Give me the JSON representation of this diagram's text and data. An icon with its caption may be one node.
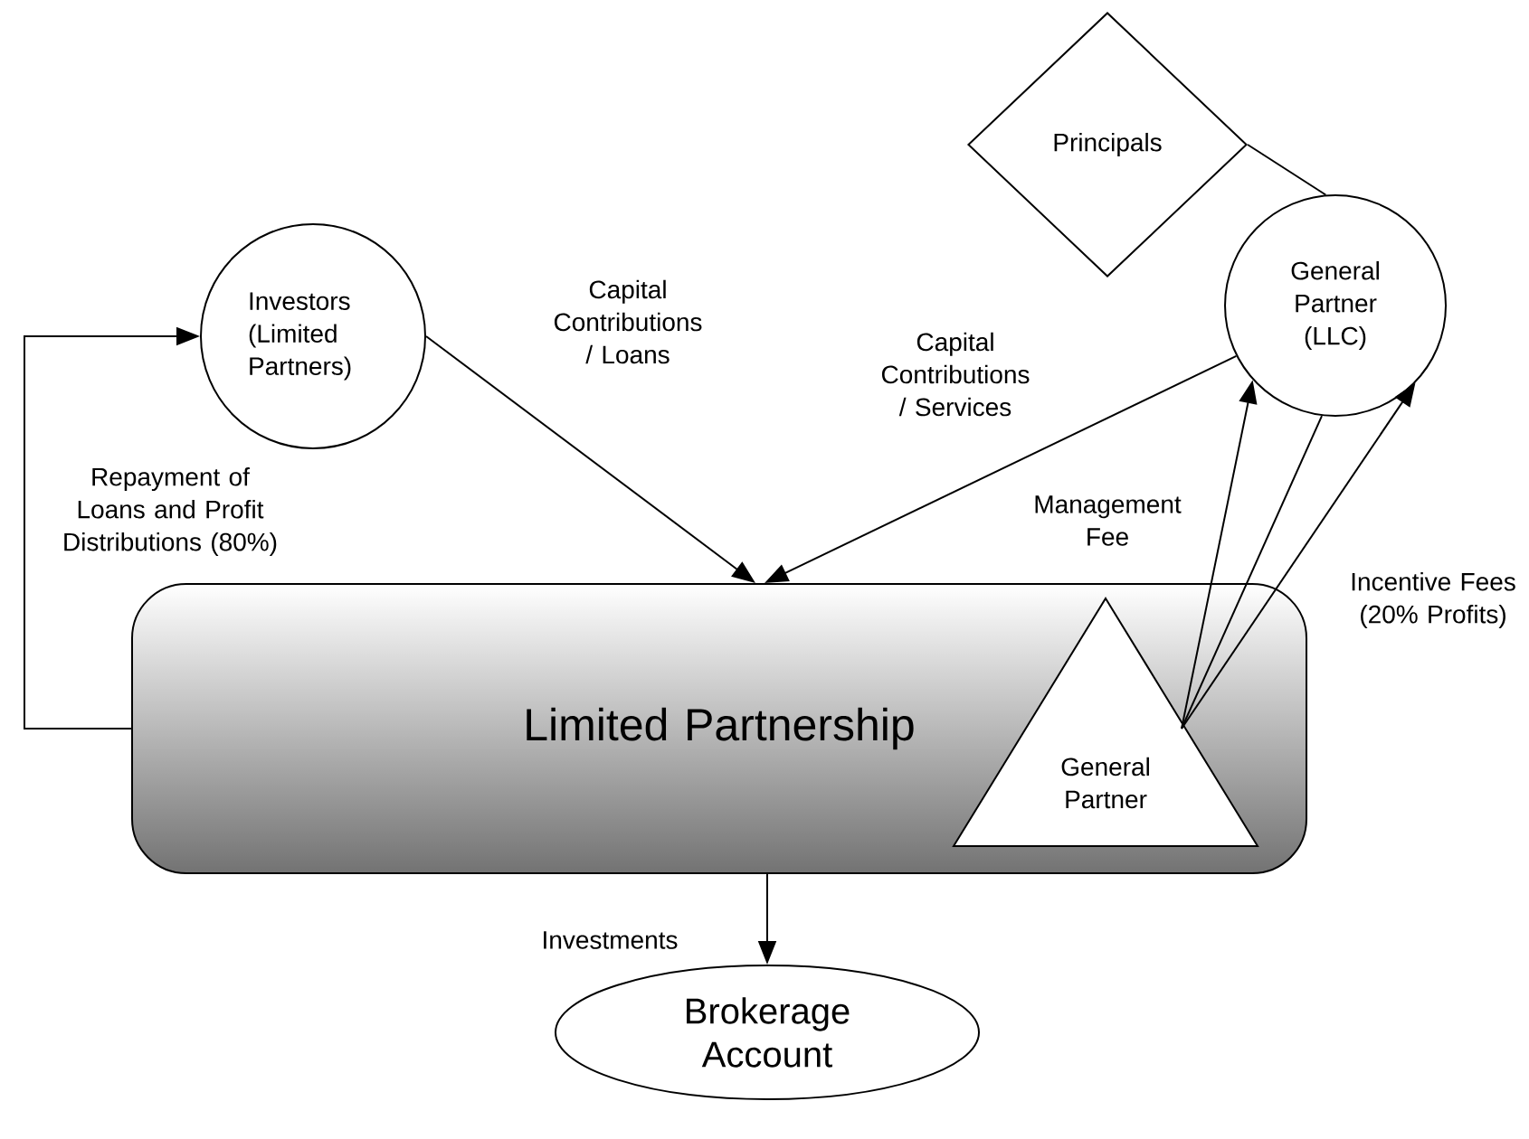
{
  "diagram": {
    "nodes": [
      {
        "text": [
          "Investors (Limited Partners)"
        ]
      },
      {
        "text": [
          "Principals"
        ]
      },
      {
        "text": [
          "General Partner (LLC)"
        ]
      },
      {
        "text": [
          "Limited Partnership"
        ]
      },
      {
        "text": [
          "General Partner"
        ],
        "in": 3
      },
      {
        "text": [
          "Brokerage Account"
        ]
      }
    ],
    "edges": [
      {
        "from": 0,
        "to": 3,
        "arrow": "to",
        "label": "Capital Contributions / Loans"
      },
      {
        "from": 2,
        "to": 3,
        "arrow": "to",
        "label": "Capital Contributions / Services"
      },
      {
        "from": 1,
        "to": 2,
        "arrow": "none"
      },
      {
        "from": 4,
        "to": 2,
        "arrow": "to",
        "label": "Management Fee"
      },
      {
        "from": 2,
        "to": 4,
        "arrow": "none"
      },
      {
        "from": 4,
        "to": 2,
        "arrow": "to",
        "label": "Incentive Fees (20% Profits)"
      },
      {
        "from": 3,
        "to": 0,
        "arrow": "to",
        "label": "Repayment of Loans and Profit Distributions (80%)"
      },
      {
        "from": 3,
        "to": 5,
        "arrow": "to",
        "label": "Investments"
      }
    ]
  }
}
